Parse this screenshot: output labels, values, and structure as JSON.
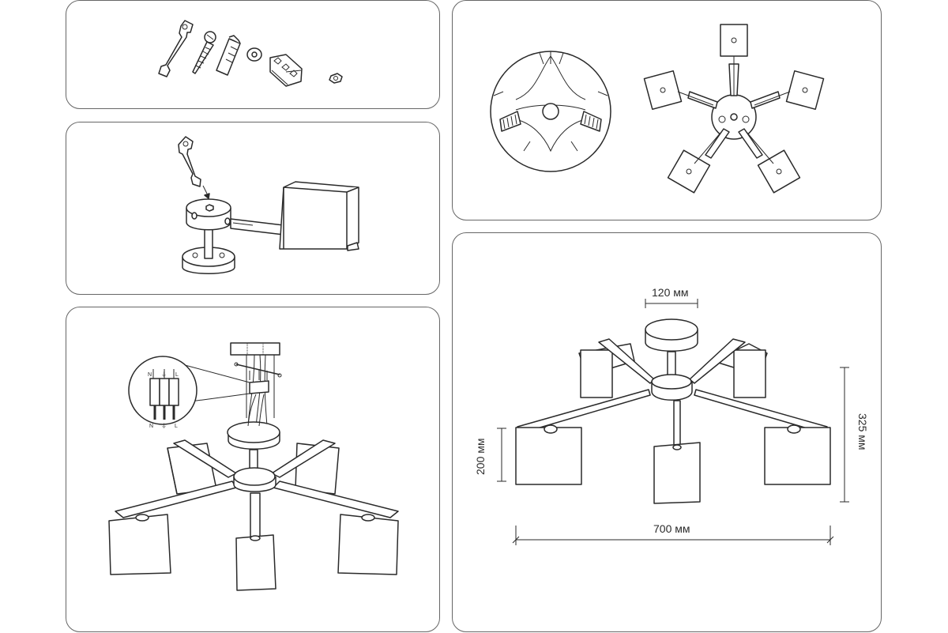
{
  "panels": {
    "tools": {
      "title": ""
    },
    "mount": {
      "title": ""
    },
    "wiring": {
      "title": ""
    },
    "bulbs": {
      "title": ""
    },
    "dimensions": {
      "title": ""
    }
  },
  "terminal_labels": [
    "N",
    "⏚",
    "L"
  ],
  "dimensions": {
    "base_diameter": "120 мм",
    "overall_height": "325 мм",
    "shade_height": "200 мм",
    "overall_width": "700 мм"
  },
  "colors": {
    "stroke": "#2a2a2a",
    "panel_border": "#666666",
    "background": "#ffffff"
  }
}
